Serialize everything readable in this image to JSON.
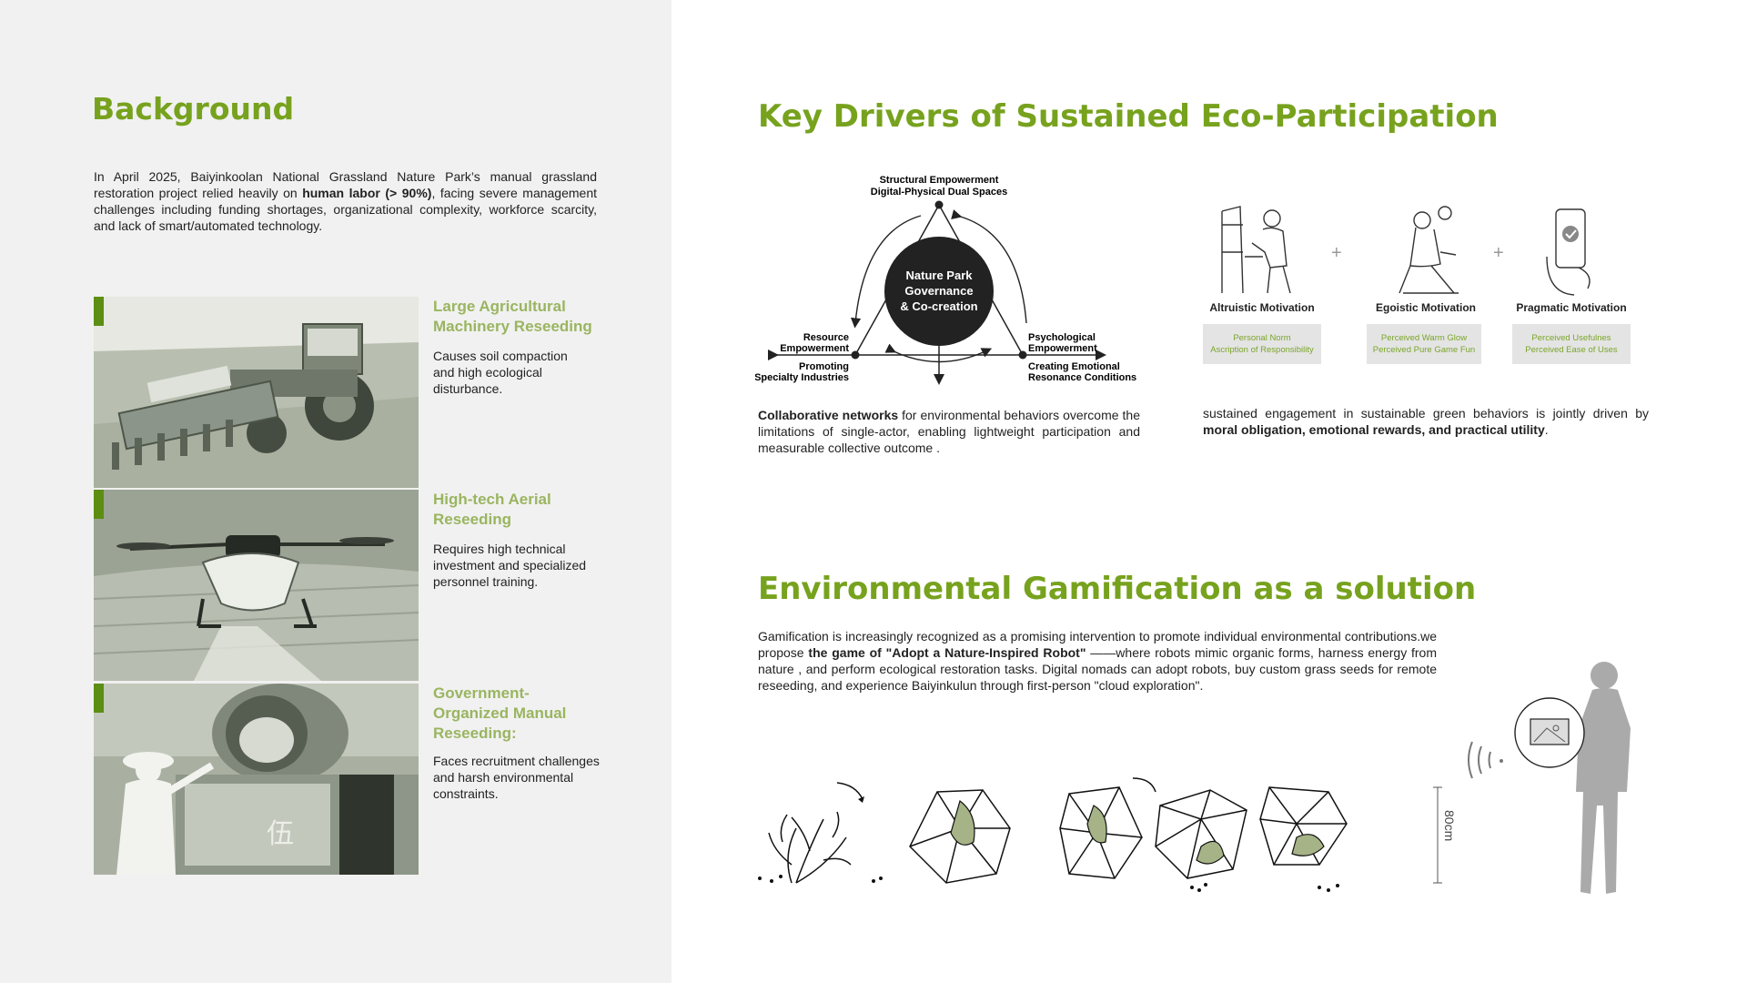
{
  "background": {
    "title": "Background",
    "intro_1": "In April 2025, Baiyinkoolan National Grassland Nature Park’s manual grassland restoration project relied heavily on ",
    "intro_bold": "human labor (> 90%)",
    "intro_2": ", facing severe management challenges including funding shortages, organizational complexity, workforce scarcity, and lack of smart/automated technology.",
    "methods": [
      {
        "title": "Large Agricultural Machinery Reseeding",
        "desc": "Causes soil compaction and high ecological disturbance."
      },
      {
        "title": "High-tech Aerial Reseeding",
        "desc": "Requires high technical investment and specialized personnel training."
      },
      {
        "title": "Government-Organized Manual Reseeding:",
        "desc": "Faces recruitment challenges and harsh environmental constraints."
      }
    ],
    "photo_truck_char": "伍"
  },
  "drivers": {
    "title": "Key Drivers of Sustained Eco-Participation",
    "diagram": {
      "top_1": "Structural Empowerment",
      "top_2": "Digital-Physical Dual Spaces",
      "center_1": "Nature Park",
      "center_2": "Governance",
      "center_3": "& Co-creation",
      "left_1a": "Resource",
      "left_1b": "Empowerment",
      "left_2a": "Promoting",
      "left_2b": "Specialty Industries",
      "right_1a": "Psychological",
      "right_1b": "Empowerment",
      "right_2a": "Creating Emotional",
      "right_2b": "Resonance Conditions"
    },
    "collab_bold": "Collaborative networks",
    "collab_text": " for environmental behaviors overcome the limitations of single-actor, enabling lightweight participation and measurable collective outcome .",
    "motivations": [
      {
        "label": "Altruistic Motivation",
        "line1": "Personal Norm",
        "line2": "Ascription of Responsibility"
      },
      {
        "label": "Egoistic Motivation",
        "line1": "Perceived Warm Glow",
        "line2": "Perceived Pure Game Fun"
      },
      {
        "label": "Pragmatic Motivation",
        "line1": "Perceived Usefulnes",
        "line2": "Perceived Ease of Uses"
      }
    ],
    "plus": "+",
    "sustained_1": "sustained engagement in sustainable green behaviors is jointly driven by ",
    "sustained_bold": "moral obligation, emotional rewards, and practical utility",
    "sustained_2": "."
  },
  "gamification": {
    "title": "Environmental Gamification as a solution",
    "text_1": "Gamification is increasingly recognized as a promising intervention to promote individual environmental contributions.we propose ",
    "text_bold": "the game of \"Adopt a Nature-Inspired Robot\"",
    "text_2": " ——where robots mimic organic forms, harness energy from nature , and perform ecological restoration tasks. Digital nomads can adopt robots, buy custom grass seeds for remote reseeding, and experience Baiyinkulun through first-person \"cloud exploration\".",
    "dimension": "80cm"
  },
  "colors": {
    "accent": "#77a21e",
    "subtitle": "#9ab560",
    "marker": "#5b8e12",
    "panel": "#f1f1f1"
  }
}
